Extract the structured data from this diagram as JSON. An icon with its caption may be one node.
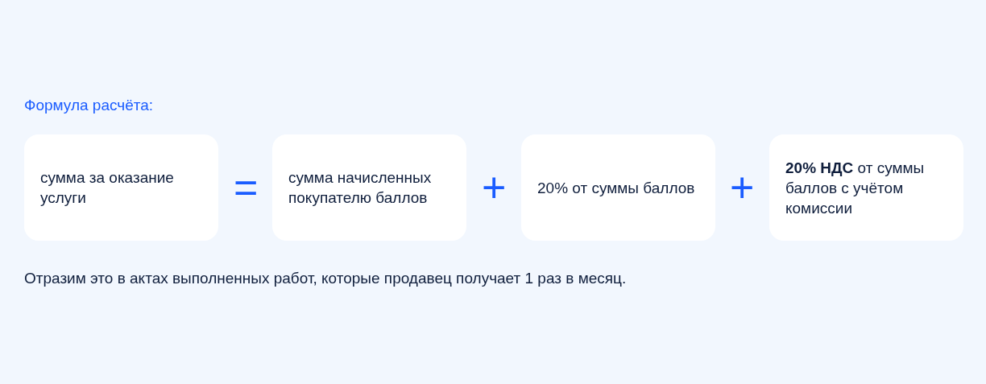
{
  "diagram": {
    "title": "Формула расчёта:",
    "nodes": [
      {
        "text": [
          "сумма за оказание услуги"
        ]
      },
      {
        "text": [
          "сумма начисленных покупателю баллов"
        ]
      },
      {
        "text": [
          "20% от суммы баллов"
        ]
      },
      {
        "text": [
          "**20% НДС** от суммы баллов с учётом комиссии"
        ]
      }
    ],
    "labels": [
      "=",
      "+",
      "+"
    ],
    "caption": "Отразим это в актах выполненных работ, которые продавец получает 1 раз в месяц."
  }
}
